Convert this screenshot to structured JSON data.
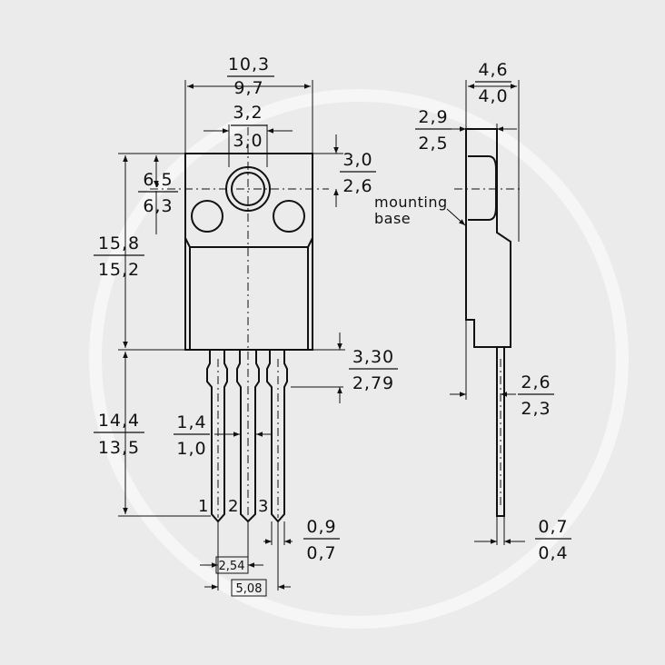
{
  "dimensions": {
    "body_width": {
      "max": "10,3",
      "min": "9,7"
    },
    "hole_diameter": {
      "max": "3,2",
      "min": "3,0"
    },
    "hole_to_top": {
      "max": "3,0",
      "min": "2,6"
    },
    "hole_center_height": {
      "max": "6,5",
      "min": "6,3"
    },
    "body_height": {
      "max": "15,8",
      "min": "15,2"
    },
    "lead_shoulder": {
      "max": "3,30",
      "min": "2,79"
    },
    "lead_length": {
      "max": "14,4",
      "min": "13,5"
    },
    "lead_width_wide": {
      "max": "1,4",
      "min": "1,0"
    },
    "lead_width": {
      "max": "0,9",
      "min": "0,7"
    },
    "pitch": "2,54",
    "pitch_double": "5,08",
    "body_thickness": {
      "max": "4,6",
      "min": "4,0"
    },
    "tab_thickness": {
      "max": "2,9",
      "min": "2,5"
    },
    "lead_offset": {
      "max": "2,6",
      "min": "2,3"
    },
    "lead_thickness": {
      "max": "0,7",
      "min": "0,4"
    }
  },
  "labels": {
    "mounting_line1": "mounting",
    "mounting_line2": "base"
  },
  "pins": [
    "1",
    "2",
    "3"
  ]
}
